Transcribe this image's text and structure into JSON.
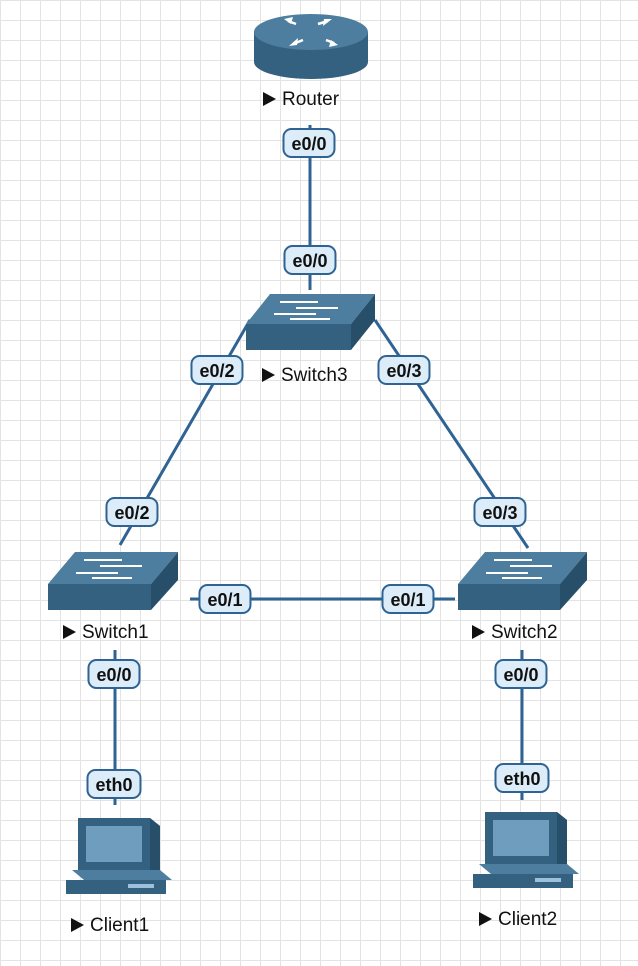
{
  "nodes": {
    "router": {
      "label": "Router",
      "icon": "router-icon"
    },
    "switch3": {
      "label": "Switch3",
      "icon": "switch-icon"
    },
    "switch1": {
      "label": "Switch1",
      "icon": "switch-icon"
    },
    "switch2": {
      "label": "Switch2",
      "icon": "switch-icon"
    },
    "client1": {
      "label": "Client1",
      "icon": "pc-icon"
    },
    "client2": {
      "label": "Client2",
      "icon": "pc-icon"
    }
  },
  "ports": {
    "router_e00": "e0/0",
    "switch3_e00": "e0/0",
    "switch3_e02": "e0/2",
    "switch3_e03": "e0/3",
    "switch1_e02": "e0/2",
    "switch1_e01": "e0/1",
    "switch1_e00": "e0/0",
    "switch2_e03": "e0/3",
    "switch2_e01": "e0/1",
    "switch2_e00": "e0/0",
    "client1_eth0": "eth0",
    "client2_eth0": "eth0"
  },
  "colors": {
    "link": "#2f6393",
    "device": "#3f6e8c",
    "port_fill": "#dcecf8",
    "grid": "#e3e3e3"
  }
}
